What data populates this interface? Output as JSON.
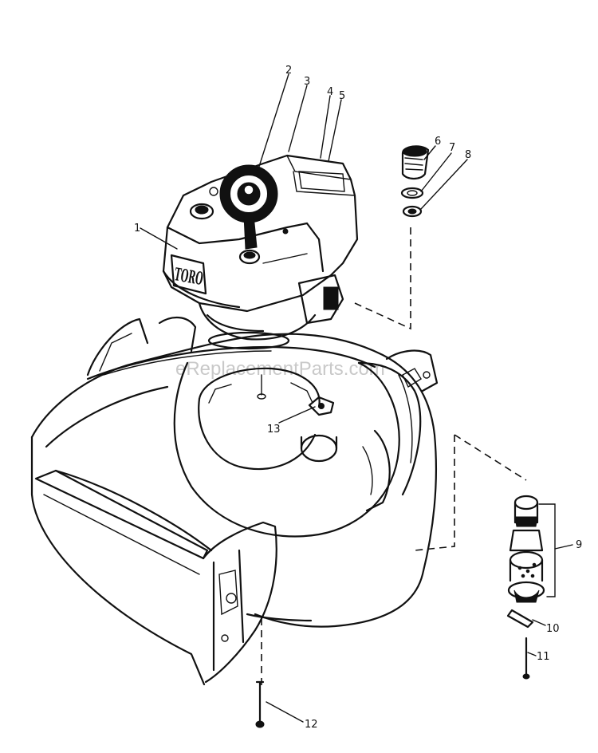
{
  "brand_text": "TORO",
  "watermark": "eReplacementParts.com",
  "callouts": [
    "1",
    "2",
    "3",
    "4",
    "5",
    "6",
    "7",
    "8",
    "9",
    "10",
    "11",
    "12",
    "13"
  ]
}
